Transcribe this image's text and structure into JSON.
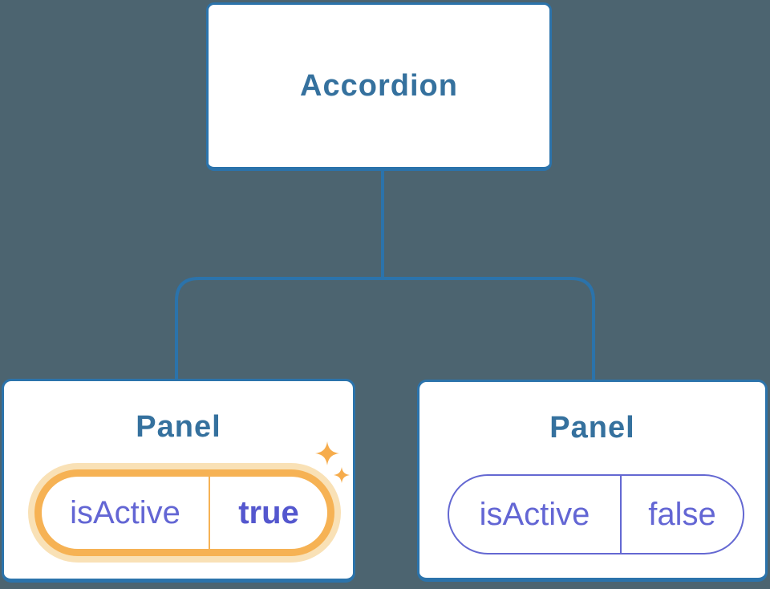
{
  "diagram": {
    "kind": "component-tree",
    "root": {
      "label": "Accordion"
    },
    "panels": [
      {
        "title": "Panel",
        "state": {
          "name": "isActive",
          "value": "true"
        },
        "highlighted": true,
        "icons": [
          "sparkle-icon-large",
          "sparkle-icon-small"
        ]
      },
      {
        "title": "Panel",
        "state": {
          "name": "isActive",
          "value": "false"
        },
        "highlighted": false
      }
    ],
    "colors": {
      "background": "#4C6470",
      "node_fill": "#FFFFFF",
      "node_border": "#2B73AB",
      "connector": "#2B73AB",
      "node_title_text": "#35719E",
      "state_text": "#6366D4",
      "state_value_bold_text": "#5457CE",
      "highlight_border": "#F6B254",
      "highlight_glow": "#F9E1B6",
      "sparkle": "#F6AC4C"
    }
  }
}
